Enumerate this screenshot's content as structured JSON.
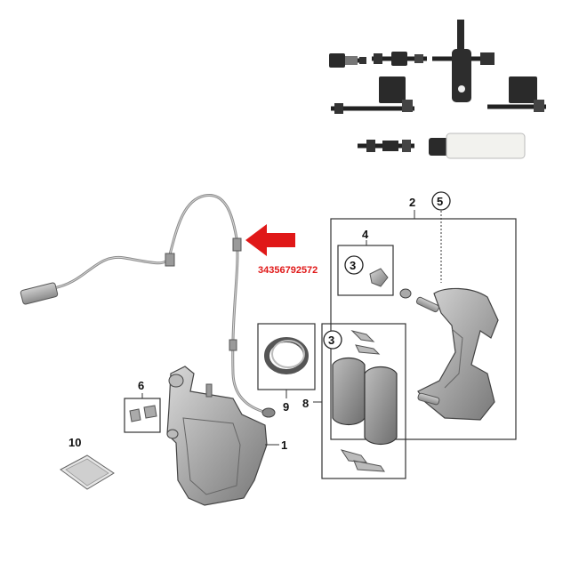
{
  "part_number": "34356792572",
  "callouts": {
    "c1": "1",
    "c2": "2",
    "c3a": "3",
    "c3b": "3",
    "c4": "4",
    "c5": "5",
    "c6": "6",
    "c8": "8",
    "c9": "9",
    "c10": "10"
  },
  "colors": {
    "arrow": "#e01818",
    "outline": "#333333",
    "part_grey": "#9a9a9a",
    "sensor_black": "#2a2a2a"
  }
}
